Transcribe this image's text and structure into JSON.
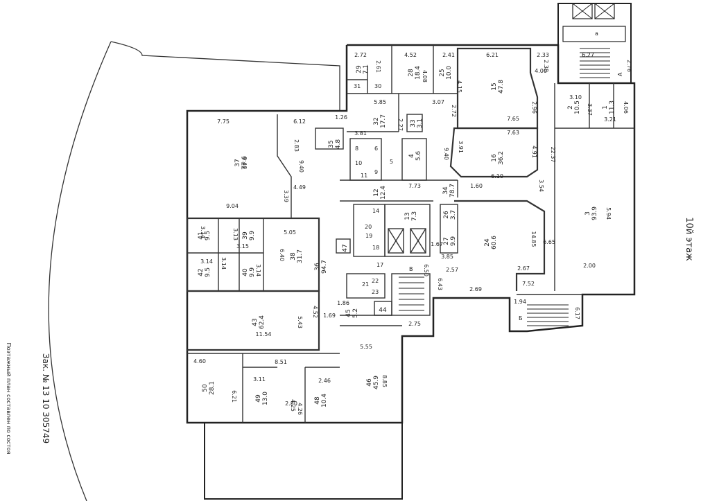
{
  "plan": {
    "floor_label": "10й этаж",
    "order_number": "Зак. № 13 10 305749",
    "stamp_text": "Поэтажный план составлен по состоя"
  },
  "rooms": [
    {
      "id": "r37",
      "number": "37",
      "area": "77.6"
    },
    {
      "id": "r35",
      "number": "35",
      "area": "4.8"
    },
    {
      "id": "r36",
      "number": "36",
      "area": "94.7"
    },
    {
      "id": "r38",
      "number": "38",
      "area": "31.7"
    },
    {
      "id": "r39",
      "number": "39",
      "area": "9.9"
    },
    {
      "id": "r40",
      "number": "40",
      "area": "9.9"
    },
    {
      "id": "r41",
      "number": "41",
      "area": "9.5"
    },
    {
      "id": "r42",
      "number": "42",
      "area": "9.5"
    },
    {
      "id": "r43",
      "number": "43",
      "area": "62.4"
    },
    {
      "id": "r44",
      "number": "44",
      "area": ""
    },
    {
      "id": "r45",
      "number": "45",
      "area": "5.2"
    },
    {
      "id": "r46",
      "number": "46",
      "area": "45.9"
    },
    {
      "id": "r47",
      "number": "47",
      "area": ""
    },
    {
      "id": "r48",
      "number": "48",
      "area": "10.4"
    },
    {
      "id": "r49",
      "number": "49",
      "area": "13.0"
    },
    {
      "id": "r50",
      "number": "50",
      "area": "28.1"
    },
    {
      "id": "r28",
      "number": "28",
      "area": "18.4"
    },
    {
      "id": "r29",
      "number": "29",
      "area": "7.1"
    },
    {
      "id": "r25",
      "number": "25",
      "area": "10.0"
    },
    {
      "id": "r15",
      "number": "15",
      "area": "47.8"
    },
    {
      "id": "r32",
      "number": "32",
      "area": "17.7"
    },
    {
      "id": "r33",
      "number": "33",
      "area": "3.1"
    },
    {
      "id": "r16",
      "number": "16",
      "area": "36.2"
    },
    {
      "id": "r4",
      "number": "4",
      "area": "5.6"
    },
    {
      "id": "r12",
      "number": "12",
      "area": "12.4"
    },
    {
      "id": "r34",
      "number": "34",
      "area": "78.7"
    },
    {
      "id": "r26",
      "number": "26",
      "area": "3.7"
    },
    {
      "id": "r27",
      "number": "27",
      "area": "9.9"
    },
    {
      "id": "r24",
      "number": "24",
      "area": "60.6"
    },
    {
      "id": "r13",
      "number": "13",
      "area": "7.3"
    },
    {
      "id": "r2",
      "number": "2",
      "area": "10.5"
    },
    {
      "id": "r1",
      "number": "1",
      "area": "11.3"
    },
    {
      "id": "r3",
      "number": "3",
      "area": "93.9"
    }
  ],
  "small_labels": {
    "r30": "30",
    "r31": "31",
    "r14": "14",
    "r17": "17",
    "r18": "18",
    "r20": "20",
    "r19": "19",
    "r5": "5",
    "r6": "6",
    "r8": "8",
    "r9": "9",
    "r10": "10",
    "r11": "11",
    "r21": "21",
    "r22": "22",
    "r23": "23",
    "stairA": "А",
    "stairB": "Б",
    "stairV": "В",
    "a": "а"
  },
  "dimensions": [
    "7.75",
    "6.12",
    "1.26",
    "2.83",
    "9.46",
    "9.40",
    "3.39",
    "4.49",
    "9.04",
    "5.05",
    "3.14",
    "3.13",
    "3.15",
    "6.40",
    "3.14",
    "3.14",
    "3.14",
    "4.52",
    "5.43",
    "11.54",
    "1.69",
    "1.86",
    "4.60",
    "8.51",
    "6.21",
    "3.11",
    "4.25",
    "2.80",
    "2.46",
    "4.26",
    "5.55",
    "8.85",
    "2.75",
    "6.50",
    "2.72",
    "4.52",
    "2.41",
    "6.21",
    "2.33",
    "6.27",
    "2.76",
    "4.08",
    "4.15",
    "2.38",
    "4.00",
    "2.61",
    "5.85",
    "3.07",
    "2.72",
    "2.96",
    "3.10",
    "3.37",
    "4.06",
    "3.21",
    "3.81",
    "2.27",
    "7.65",
    "7.63",
    "3.91",
    "4.91",
    "22.37",
    "9.40",
    "6.10",
    "7.73",
    "1.60",
    "3.54",
    "5.94",
    "14.85",
    "6.65",
    "1.67",
    "3.85",
    "2.57",
    "2.67",
    "2.00",
    "6.43",
    "2.69",
    "7.52",
    "1.94",
    "6.17",
    "2.45"
  ]
}
